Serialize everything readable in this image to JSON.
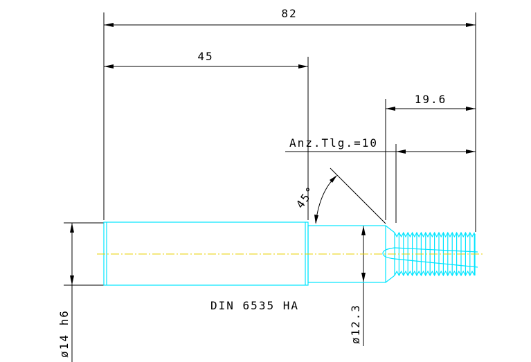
{
  "drawing": {
    "dims": {
      "overall_length": "82",
      "shank_length": "45",
      "thread_length": "19.6",
      "teeth_note": "Anz.Tlg.=10",
      "chamfer_angle": "45°",
      "shank_diameter": "ø14 h6",
      "neck_diameter": "ø12.3"
    },
    "designation": "DIN 6535 HA"
  },
  "colors": {
    "part_outline": "#00e5ff",
    "center_line": "#e8d000",
    "dimension": "#000000"
  }
}
